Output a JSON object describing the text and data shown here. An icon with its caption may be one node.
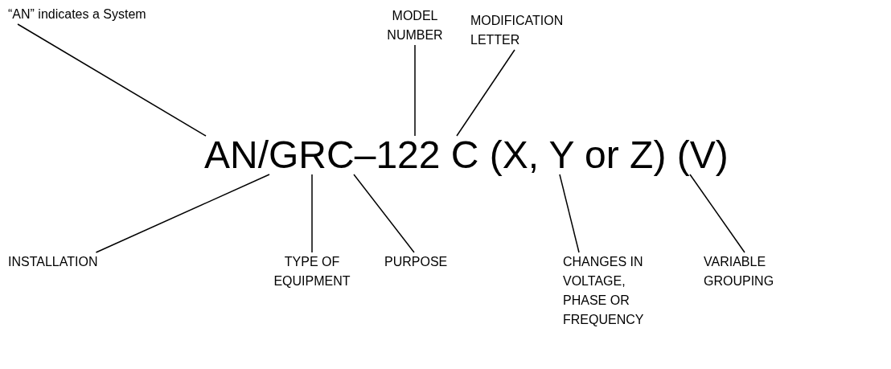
{
  "diagram": {
    "nodes": [
      {
        "text": [
          "“AN” indicates a System"
        ]
      },
      {
        "text": [
          "MODEL NUMBER"
        ]
      },
      {
        "text": [
          "MODIFICATION LETTER"
        ]
      },
      {
        "text": [
          "AN/GRC–122 C (X, Y or Z) (V)"
        ]
      },
      {
        "text": [
          "INSTALLATION"
        ]
      },
      {
        "text": [
          "TYPE OF EQUIPMENT"
        ]
      },
      {
        "text": [
          "PURPOSE"
        ]
      },
      {
        "text": [
          "CHANGES IN VOLTAGE, PHASE OR FREQUENCY"
        ]
      },
      {
        "text": [
          "VARIABLE GROUPING"
        ]
      }
    ],
    "edges": [
      {
        "from": 0,
        "to": 3,
        "arrow": "none"
      },
      {
        "from": 1,
        "to": 3,
        "arrow": "none"
      },
      {
        "from": 2,
        "to": 3,
        "arrow": "none"
      },
      {
        "from": 4,
        "to": 3,
        "arrow": "none"
      },
      {
        "from": 5,
        "to": 3,
        "arrow": "none"
      },
      {
        "from": 6,
        "to": 3,
        "arrow": "none"
      },
      {
        "from": 7,
        "to": 3,
        "arrow": "none"
      },
      {
        "from": 8,
        "to": 3,
        "arrow": "none"
      }
    ]
  }
}
